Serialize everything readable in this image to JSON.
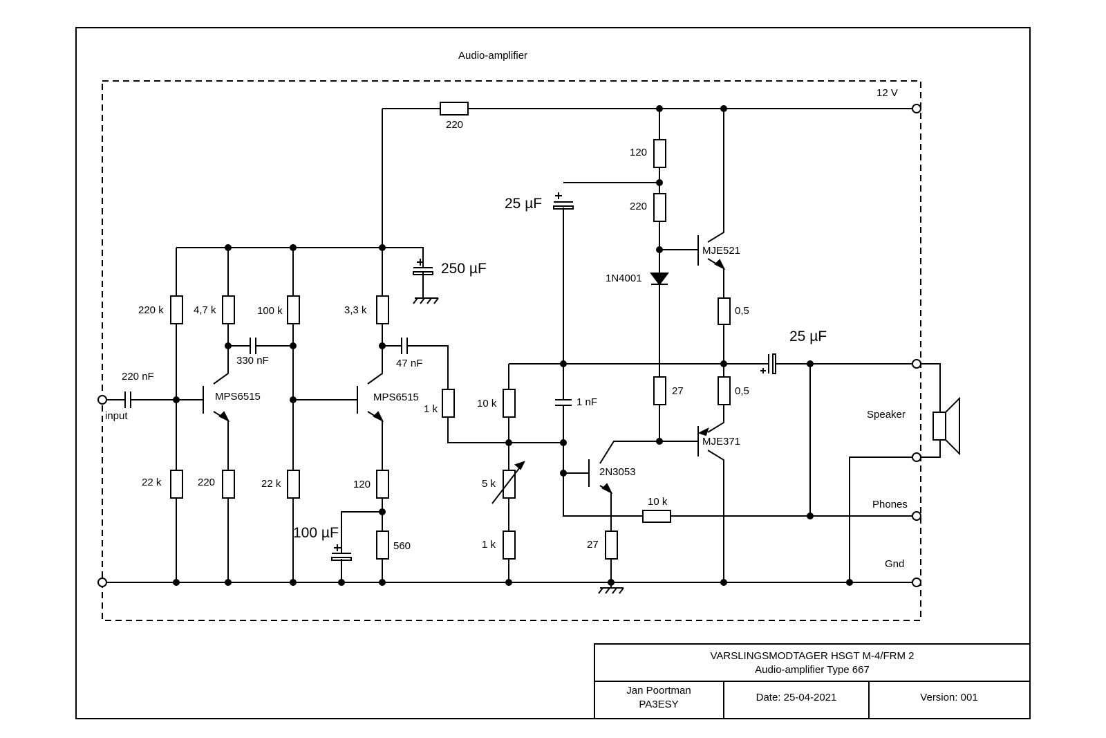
{
  "title": "Audio-amplifier",
  "supply_label": "12 V",
  "terminals": {
    "input": "input",
    "speaker": "Speaker",
    "phones": "Phones",
    "gnd": "Gnd"
  },
  "transistors": {
    "q1": "MPS6515",
    "q2": "MPS6515",
    "q3": "MJE521",
    "q4": "MJE371",
    "q5": "2N3053"
  },
  "diode": "1N4001",
  "resistors": {
    "r_supply": "220",
    "r_q1_bias_top": "220 k",
    "r_q1_bias_bot": "22 k",
    "r_q1_collector": "4,7 k",
    "r_q1_emitter": "220",
    "r_q2_bias_top": "100 k",
    "r_q2_bias_bot": "22 k",
    "r_q2_collector": "3,3 k",
    "r_q2_emitter_a": "120",
    "r_q2_emitter_b": "560",
    "r_series_1k": "1 k",
    "r_10k_top": "10 k",
    "r_pot": "5 k",
    "r_1k_bottom": "1 k",
    "r_out_120": "120",
    "r_out_220": "220",
    "r_out_27": "27",
    "r_emitter_top": "0,5",
    "r_emitter_bot": "0,5",
    "r_feedback": "10 k",
    "r_q5_emitter": "27"
  },
  "capacitors": {
    "c_input": "220 nF",
    "c_coupling": "330 nF",
    "c_47": "47 nF",
    "c_1n": "1 nF",
    "c_decouple": "250 µF",
    "c_emitter": "100 µF",
    "c_bootstrap": "25 µF",
    "c_output": "25 µF"
  },
  "title_block": {
    "line1": "VARSLINGSMODTAGER HSGT M-4/FRM 2",
    "line2": "Audio-amplifier Type 667",
    "author": "Jan Poortman",
    "callsign": "PA3ESY",
    "date": "Date: 25-04-2021",
    "version": "Version: 001"
  }
}
